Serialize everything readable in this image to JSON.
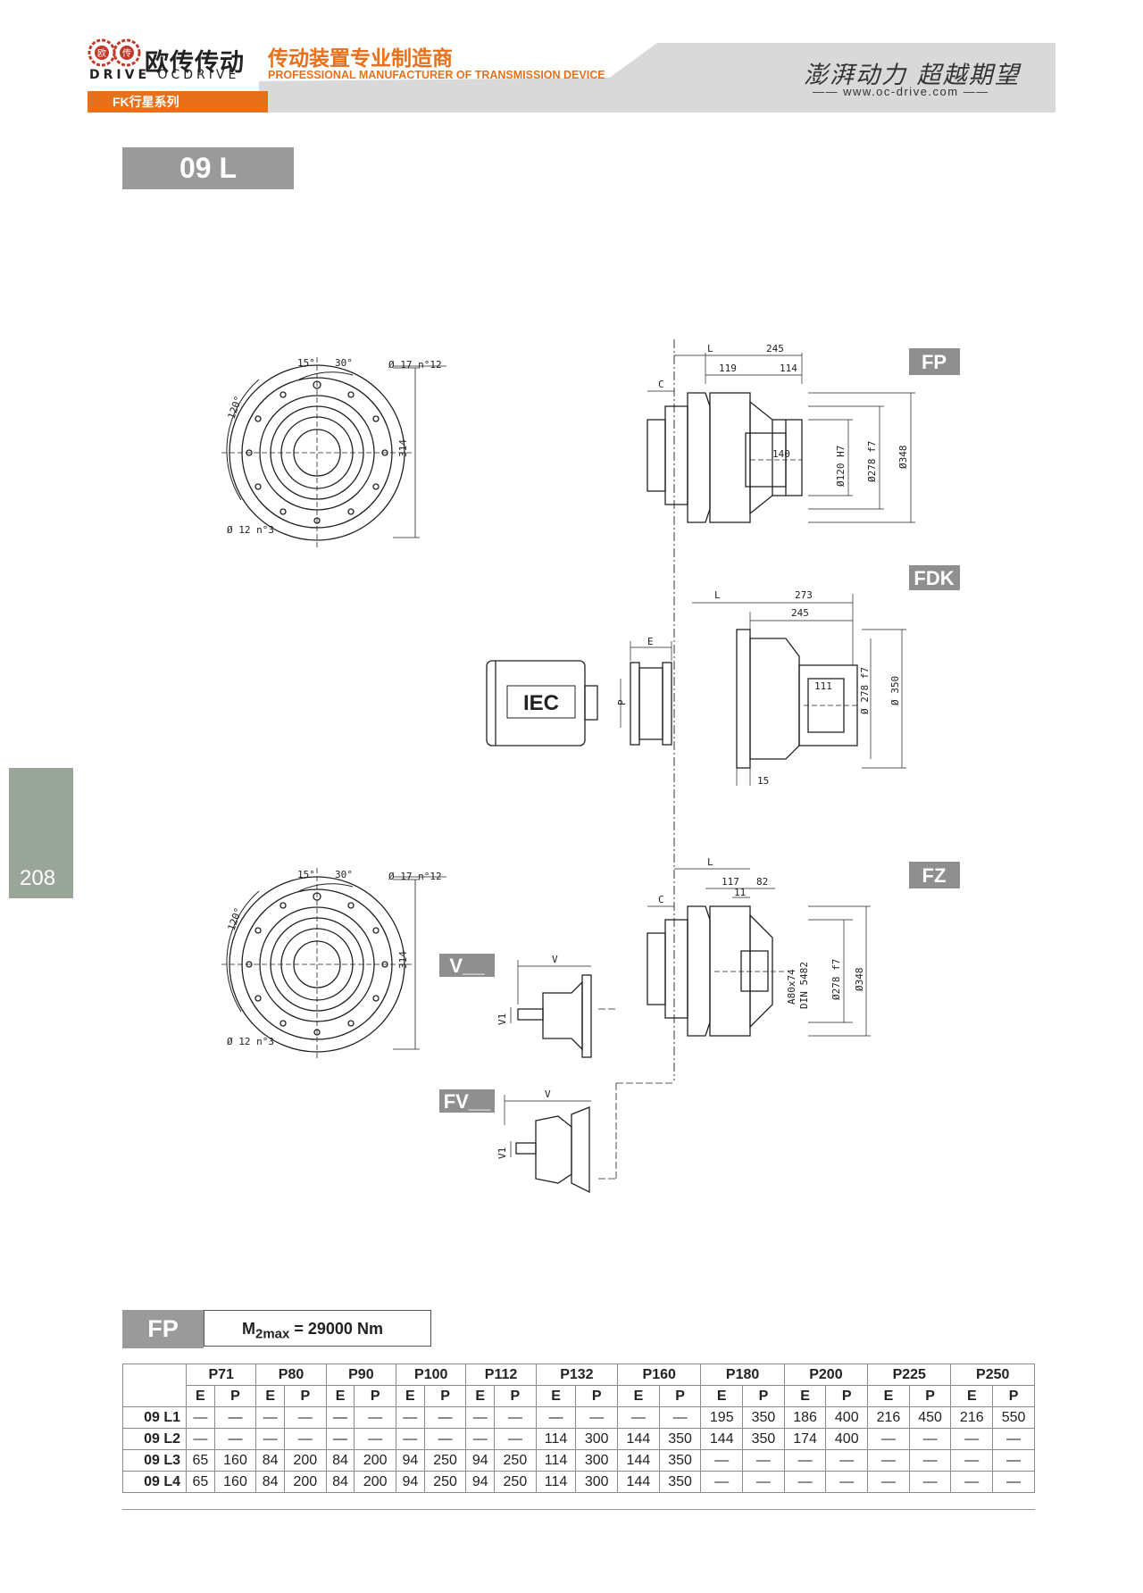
{
  "header": {
    "logo_cn": "欧传传动",
    "logo_en_1": "DRIVE",
    "logo_en_2": "OCDRIVE",
    "logo_badge_1": "欧",
    "logo_badge_2": "传",
    "tagline_cn": "传动装置专业制造商",
    "tagline_en": "PROFESSIONAL MANUFACTURER OF TRANSMISSION DEVICE",
    "slogan": "澎湃动力 超越期望",
    "url": "www.oc-drive.com",
    "series": "FK行星系列"
  },
  "model": "09 L",
  "page_number": "208",
  "drawing": {
    "labels": {
      "deg15": "15°",
      "deg30": "30°",
      "deg120": "120°",
      "hole17": "Ø 17 n°12",
      "hole12": "Ø 12 n°3",
      "dim314": "314",
      "L": "L",
      "C": "C",
      "E": "E",
      "P": "P",
      "V": "V",
      "V1": "V1",
      "d245": "245",
      "d119": "119",
      "d114": "114",
      "d140": "140",
      "d120h7": "Ø120 H7",
      "d278f7": "Ø278 f7",
      "d348": "Ø348",
      "d273": "273",
      "d111": "111",
      "d278f7b": "Ø 278 f7",
      "d350": "Ø 350",
      "d15": "15",
      "d117": "117",
      "d82": "82",
      "d11": "11",
      "spline": "A80x74",
      "din": "DIN 5482"
    },
    "tags": {
      "fp": "FP",
      "fdk": "FDK",
      "fz": "FZ",
      "iec": "IEC",
      "v": "V__",
      "fv": "FV__"
    }
  },
  "spec": {
    "code": "FP",
    "m_prefix": "M",
    "m_sub": "2max",
    "m_value": " = 29000 Nm"
  },
  "table": {
    "groups": [
      "P71",
      "P80",
      "P90",
      "P100",
      "P112",
      "P132",
      "P160",
      "P180",
      "P200",
      "P225",
      "P250"
    ],
    "sub": [
      "E",
      "P"
    ],
    "rows": [
      {
        "label": "09 L1",
        "cells": [
          "—",
          "—",
          "—",
          "—",
          "—",
          "—",
          "—",
          "—",
          "—",
          "—",
          "—",
          "—",
          "—",
          "—",
          "195",
          "350",
          "186",
          "400",
          "216",
          "450",
          "216",
          "550"
        ]
      },
      {
        "label": "09 L2",
        "cells": [
          "—",
          "—",
          "—",
          "—",
          "—",
          "—",
          "—",
          "—",
          "—",
          "—",
          "114",
          "300",
          "144",
          "350",
          "144",
          "350",
          "174",
          "400",
          "—",
          "—",
          "—",
          "—"
        ]
      },
      {
        "label": "09 L3",
        "cells": [
          "65",
          "160",
          "84",
          "200",
          "84",
          "200",
          "94",
          "250",
          "94",
          "250",
          "114",
          "300",
          "144",
          "350",
          "—",
          "—",
          "—",
          "—",
          "—",
          "—",
          "—",
          "—"
        ]
      },
      {
        "label": "09 L4",
        "cells": [
          "65",
          "160",
          "84",
          "200",
          "84",
          "200",
          "94",
          "250",
          "94",
          "250",
          "114",
          "300",
          "144",
          "350",
          "—",
          "—",
          "—",
          "—",
          "—",
          "—",
          "—",
          "—"
        ]
      }
    ]
  }
}
